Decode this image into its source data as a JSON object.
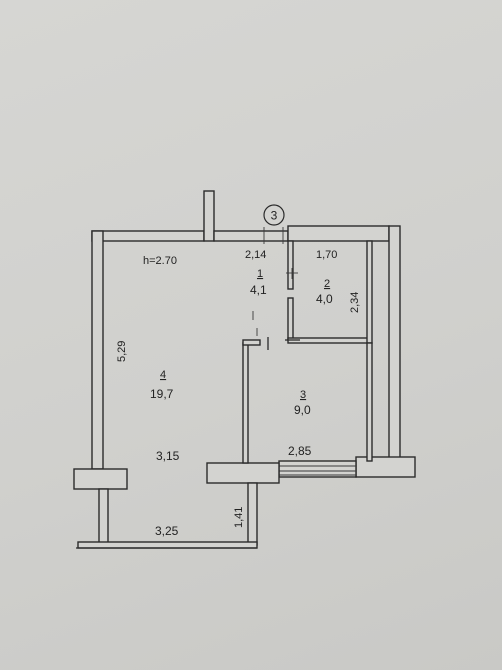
{
  "axis_marker": "3",
  "ceiling_height": "h=2.70",
  "rooms": [
    {
      "number": "1",
      "area": "4,1"
    },
    {
      "number": "2",
      "area": "4,0"
    },
    {
      "number": "3",
      "area": "9,0"
    },
    {
      "number": "4",
      "area": "19,7"
    }
  ],
  "dimensions": {
    "d_2_14": "2,14",
    "d_1_70": "1,70",
    "d_2_34": "2,34",
    "d_5_29": "5,29",
    "d_3_15": "3,15",
    "d_2_85": "2,85",
    "d_1_41": "1,41",
    "d_3_25": "3,25"
  }
}
